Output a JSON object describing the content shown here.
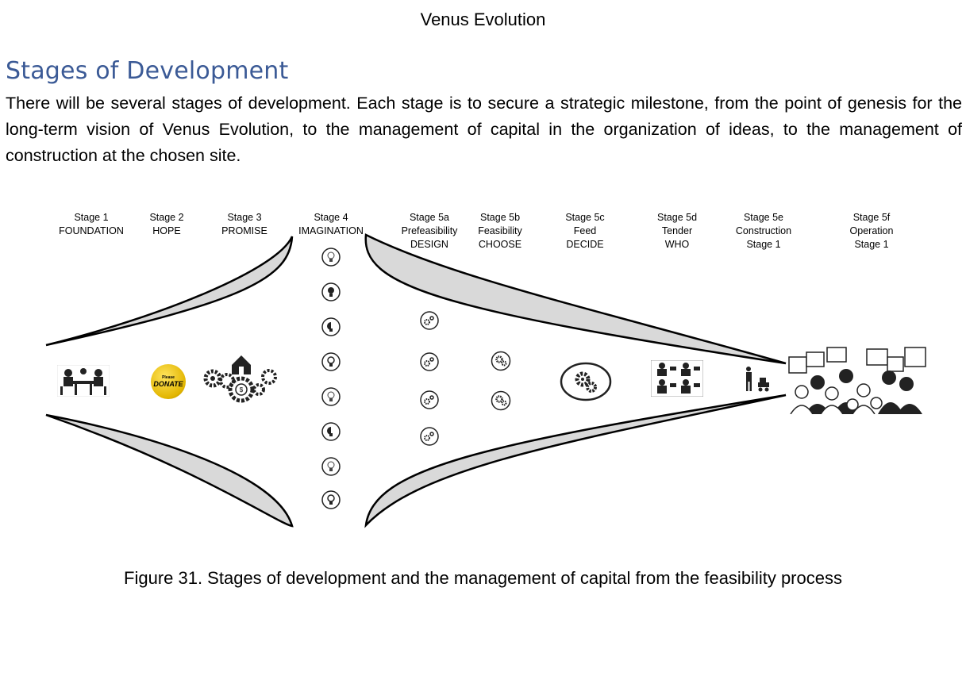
{
  "header": {
    "text": "Venus Evolution"
  },
  "section": {
    "title": "Stages of Development",
    "paragraph": "There will be several stages of development.   Each stage is to secure a strategic milestone, from the point of genesis for the long-term vision of Venus Evolution, to the management of capital in the organization of ideas, to the management of construction at the chosen site."
  },
  "diagram": {
    "stages": [
      {
        "l1": "Stage 1",
        "l2": "FOUNDATION",
        "l3": ""
      },
      {
        "l1": "Stage 2",
        "l2": "HOPE",
        "l3": ""
      },
      {
        "l1": "Stage 3",
        "l2": "PROMISE",
        "l3": ""
      },
      {
        "l1": "Stage 4",
        "l2": "IMAGINATION",
        "l3": ""
      },
      {
        "l1": "Stage 5a",
        "l2": "Prefeasibility",
        "l3": "DESIGN"
      },
      {
        "l1": "Stage 5b",
        "l2": "Feasibility",
        "l3": "CHOOSE"
      },
      {
        "l1": "Stage 5c",
        "l2": "Feed",
        "l3": "DECIDE"
      },
      {
        "l1": "Stage 5d",
        "l2": "Tender",
        "l3": "WHO"
      },
      {
        "l1": "Stage 5e",
        "l2": "Construction",
        "l3": "Stage 1"
      },
      {
        "l1": "Stage 5f",
        "l2": "Operation",
        "l3": "Stage 1"
      }
    ],
    "donate_small": "Please",
    "donate_big": "DONATE",
    "funnel_color": "#d9d9d9",
    "icons": [
      "meeting-icon",
      "donate-button-icon",
      "gears-house-icon",
      "lightbulb-icon",
      "gears-icon",
      "workers-icon",
      "construction-icon",
      "crowd-icon"
    ]
  },
  "caption": {
    "text": "Figure 31. Stages of development and the management of capital from the feasibility process"
  }
}
